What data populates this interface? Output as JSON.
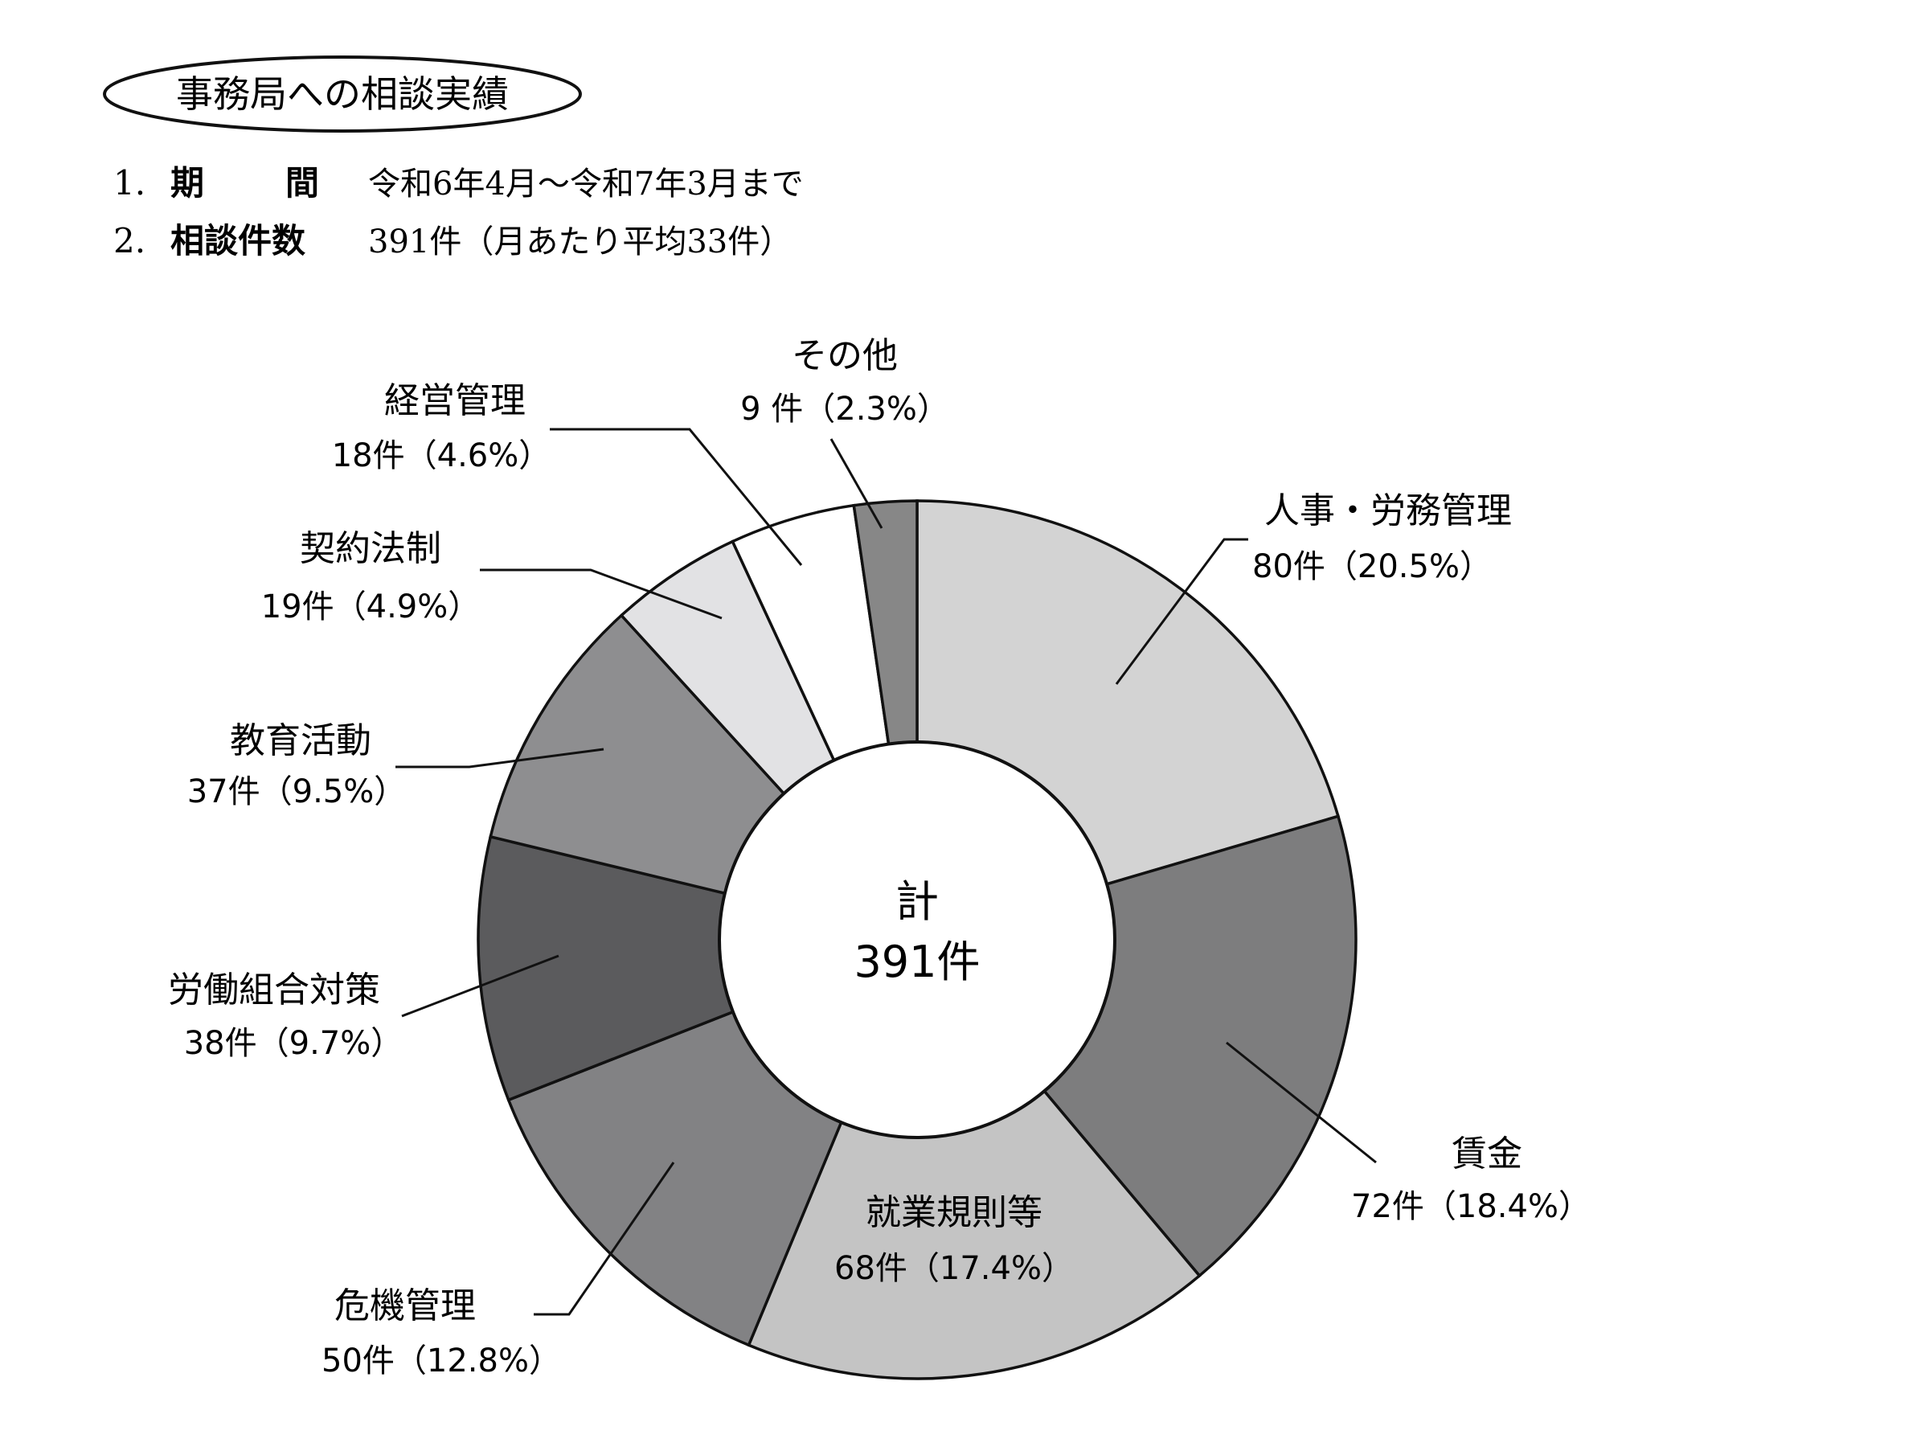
{
  "header": {
    "title": "事務局への相談実績",
    "items": [
      {
        "num": "1.",
        "label_a": "期",
        "label_b": "間",
        "value": "令和6年4月～令和7年3月まで"
      },
      {
        "num": "2.",
        "label_a": "相談件数",
        "label_b": "",
        "value": "391件（月あたり平均33件）"
      }
    ]
  },
  "chart_data": {
    "type": "pie",
    "variant": "donut",
    "title": "事務局への相談実績",
    "center_label": "計",
    "center_value": "391件",
    "total": 391,
    "slices": [
      {
        "name": "人事・労務管理",
        "value": 80,
        "percent": 20.5,
        "value_label": "80件（20.5%）",
        "color": "#d3d3d3"
      },
      {
        "name": "賃金",
        "value": 72,
        "percent": 18.4,
        "value_label": "72件（18.4%）",
        "color": "#7d7d7e"
      },
      {
        "name": "就業規則等",
        "value": 68,
        "percent": 17.4,
        "value_label": "68件（17.4%）",
        "color": "#c4c4c4"
      },
      {
        "name": "危機管理",
        "value": 50,
        "percent": 12.8,
        "value_label": "50件（12.8%）",
        "color": "#828284"
      },
      {
        "name": "労働組合対策",
        "value": 38,
        "percent": 9.7,
        "value_label": "38件（9.7%）",
        "color": "#5b5b5d"
      },
      {
        "name": "教育活動",
        "value": 37,
        "percent": 9.5,
        "value_label": "37件（9.5%）",
        "color": "#8e8e90"
      },
      {
        "name": "契約法制",
        "value": 19,
        "percent": 4.9,
        "value_label": "19件（4.9%）",
        "color": "#e2e2e4"
      },
      {
        "name": "経営管理",
        "value": 18,
        "percent": 4.6,
        "value_label": "18件（4.6%）",
        "color": "#ffffff"
      },
      {
        "name": "その他",
        "value": 9,
        "percent": 2.3,
        "value_label": "9 件（2.3%）",
        "color": "#878787"
      }
    ]
  }
}
